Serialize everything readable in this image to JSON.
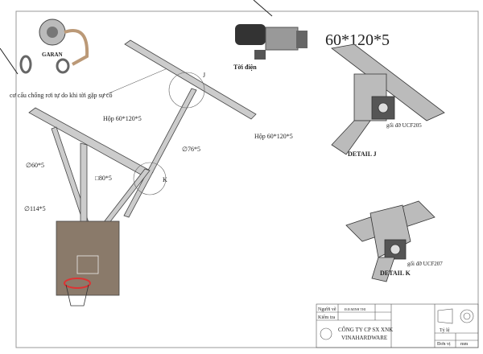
{
  "labels": {
    "big_dim": "60*120*5",
    "winch": "Tời điện",
    "detail_j_marker": "J",
    "detail_k_marker": "K",
    "fall_arrest": "cơ cấu chống rơi tự do khi tời gặp sự cố",
    "box_top": "Hộp 60*120*5",
    "box_right": "Hộp 60*120*5",
    "pipe_76": "∅76*5",
    "pipe_60": "∅60*5",
    "square_80": "□80*5",
    "pipe_114": "∅114*5",
    "bearing_j": "gối đỡ UCF205",
    "detail_j": "DETAIL J",
    "bearing_k": "gối đỡ UCF207",
    "detail_k": "DETAIL K",
    "brand": "GARAN"
  },
  "title_block": {
    "drawn_by_label": "Người vẽ",
    "drawn_by": "Đ.Đ.MINH THI",
    "checked_label": "Kiểm tra",
    "company_line1": "CÔNG TY CP SX XNK",
    "company_line2": "VINAHARDWARE",
    "scale_label": "Tỷ lệ",
    "unit_label": "Đơn vị",
    "unit": "mm"
  }
}
